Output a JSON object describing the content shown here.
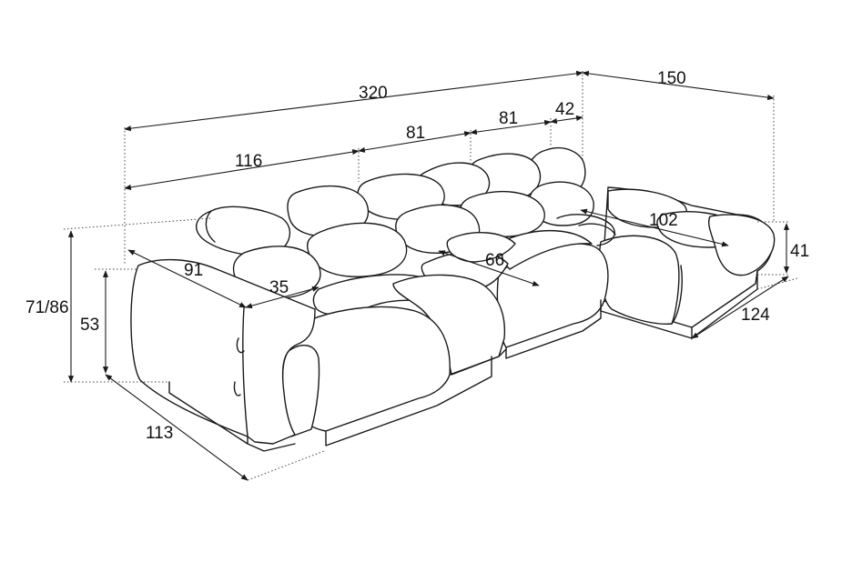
{
  "dimensions": {
    "total_length": "320",
    "chaise_depth": "150",
    "segment_1": "116",
    "segment_2": "81",
    "segment_3": "81",
    "segment_4": "42",
    "arm_depth": "91",
    "arm_width": "35",
    "seat_depth_1": "66",
    "seat_depth_2": "102",
    "height_total": "71/86",
    "seat_height": "53",
    "depth_total": "113",
    "chaise_width": "124",
    "chaise_height": "41"
  }
}
